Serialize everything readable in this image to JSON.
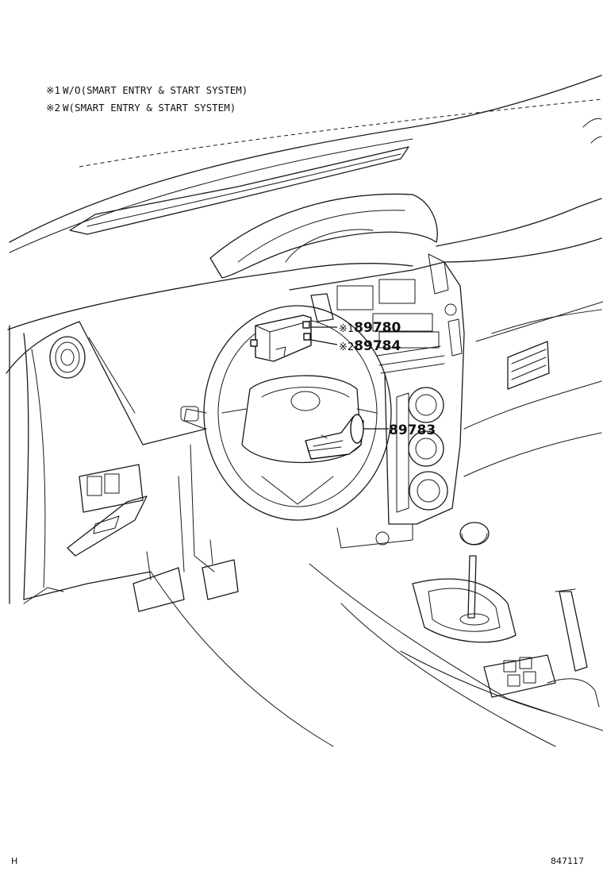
{
  "notes": [
    {
      "marker": "※1",
      "text": "W/O(SMART ENTRY & START SYSTEM)"
    },
    {
      "marker": "※2",
      "text": "W(SMART ENTRY & START SYSTEM)"
    }
  ],
  "callouts": [
    {
      "marker": "※1",
      "part_number": "89780"
    },
    {
      "marker": "※2",
      "part_number": "89784"
    },
    {
      "marker": "",
      "part_number": "89783"
    }
  ],
  "footer": {
    "left": "H",
    "right": "847117"
  }
}
